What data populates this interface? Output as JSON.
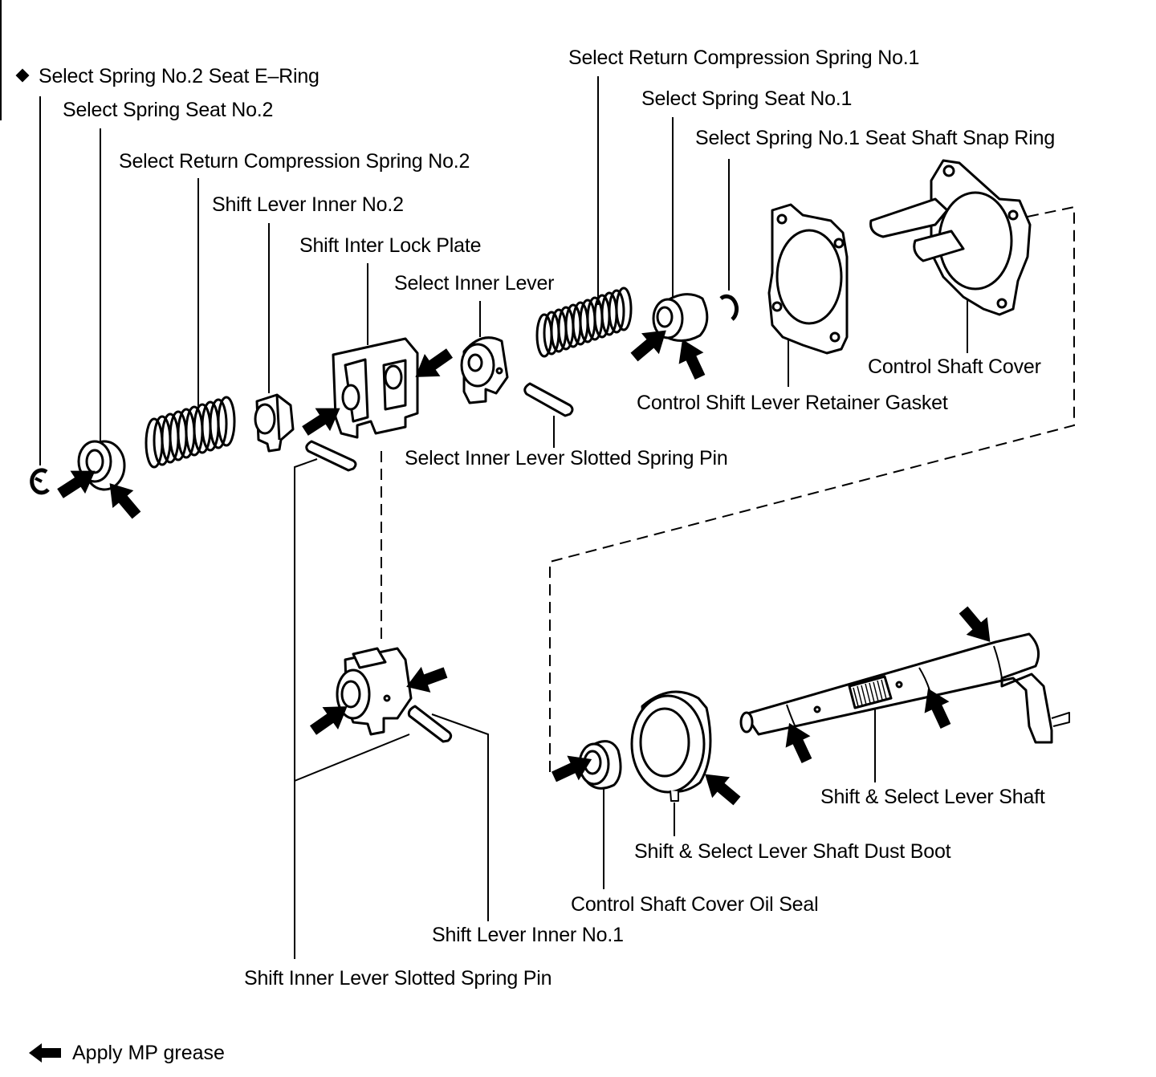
{
  "labels": {
    "seat_e_ring_marker": "◆",
    "seat_e_ring": "Select Spring No.2 Seat E–Ring",
    "spring_seat_2": "Select Spring Seat No.2",
    "return_spring_2": "Select Return Compression Spring No.2",
    "shift_lever_inner_2": "Shift Lever Inner No.2",
    "inter_lock_plate": "Shift Inter Lock Plate",
    "select_inner_lever": "Select Inner Lever",
    "return_spring_1": "Select Return Compression Spring No.1",
    "spring_seat_1": "Select Spring Seat No.1",
    "snap_ring": "Select Spring No.1 Seat Shaft Snap Ring",
    "control_shaft_cover": "Control Shaft Cover",
    "retainer_gasket": "Control Shift Lever Retainer Gasket",
    "select_slotted_pin": "Select Inner Lever Slotted Spring Pin",
    "shift_select_shaft": "Shift & Select Lever Shaft",
    "dust_boot": "Shift & Select Lever Shaft Dust Boot",
    "oil_seal": "Control Shaft Cover Oil Seal",
    "shift_lever_inner_1": "Shift Lever Inner No.1",
    "shift_slotted_pin": "Shift Inner Lever Slotted Spring Pin"
  },
  "legend": {
    "icon": "grease-arrow-icon",
    "text": "Apply MP grease"
  },
  "colors": {
    "ink": "#000000",
    "paper": "#ffffff"
  }
}
